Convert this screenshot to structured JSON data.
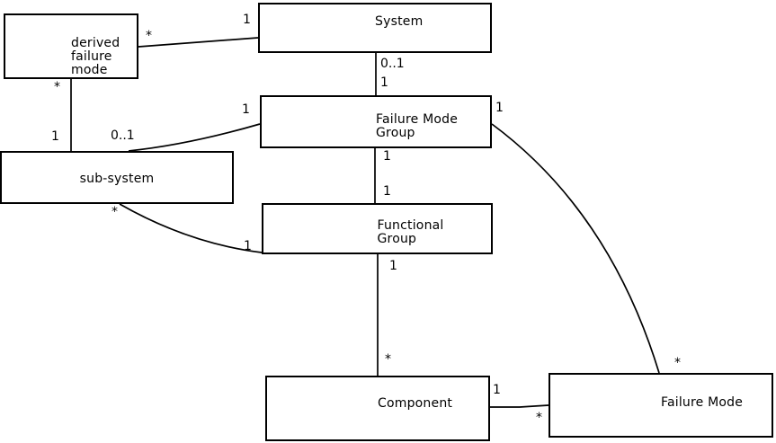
{
  "colors": {
    "background": "#ffffff",
    "box_fill": "#ffffff",
    "line": "#000000",
    "text": "#000000"
  },
  "entities": {
    "derived_failure_mode": {
      "label": "derived\nfailure\nmode"
    },
    "system": {
      "label": "System"
    },
    "failure_mode_group": {
      "label": "Failure Mode\nGroup"
    },
    "sub_system": {
      "label": "sub-system"
    },
    "functional_group": {
      "label": "Functional\nGroup"
    },
    "component": {
      "label": "Component"
    },
    "failure_mode": {
      "label": "Failure Mode"
    }
  },
  "relationships": [
    {
      "from": "derived-failure-mode",
      "to": "system",
      "from_label": "*",
      "to_label": "1"
    },
    {
      "from": "derived-failure-mode",
      "to": "sub-system",
      "from_label": "*",
      "to_label": "1"
    },
    {
      "from": "system",
      "to": "failure-mode-group",
      "from_label": "0..1",
      "to_label": "1"
    },
    {
      "from": "failure-mode-group",
      "to": "sub-system",
      "from_label": "1",
      "to_label": "0..1"
    },
    {
      "from": "failure-mode-group",
      "to": "functional-group",
      "from_label": "1",
      "to_label": "1"
    },
    {
      "from": "sub-system",
      "to": "functional-group",
      "from_label": "*",
      "to_label": "1"
    },
    {
      "from": "functional-group",
      "to": "component",
      "from_label": "1",
      "to_label": "*"
    },
    {
      "from": "failure-mode-group",
      "to": "failure-mode",
      "from_label": "1",
      "to_label": "*"
    },
    {
      "from": "component",
      "to": "failure-mode",
      "from_label": "1",
      "to_label": "*"
    }
  ]
}
